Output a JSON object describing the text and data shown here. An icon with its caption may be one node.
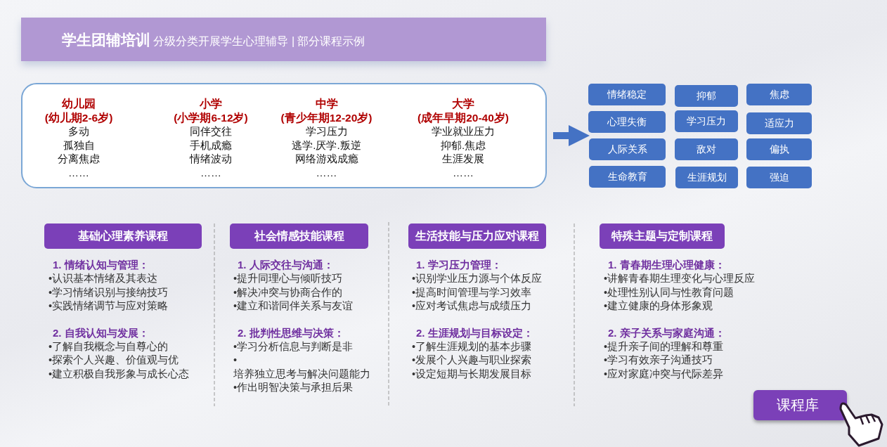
{
  "diagram": {
    "title": "**学生团辅培训** 分级分类开展学生心理辅导 | 部分课程示例",
    "nodes": [
      {
        "text": [],
        "shape": "box"
      },
      {
        "text": [
          "幼儿园 (幼儿期2-6岁)",
          "多动",
          "孤独自",
          "分离焦虑",
          "……"
        ],
        "in": 0
      },
      {
        "text": [
          "小学 (小学期6-12岁)",
          "同伴交往",
          "手机成瘾",
          "情绪波动",
          "……"
        ],
        "in": 0
      },
      {
        "text": [
          "中学 (青少年期12-20岁)",
          "学习压力",
          "逃学.厌学.叛逆",
          "网络游戏成瘾",
          "……"
        ],
        "in": 0
      },
      {
        "text": [
          "大学 (成年早期20-40岁)",
          "学业就业压力",
          "抑郁.焦虑",
          "生涯发展",
          "……"
        ],
        "in": 0
      },
      {
        "text": [
          "情绪稳定"
        ]
      },
      {
        "text": [
          "抑郁"
        ]
      },
      {
        "text": [
          "焦虑"
        ]
      },
      {
        "text": [
          "心理失衡"
        ]
      },
      {
        "text": [
          "学习压力"
        ]
      },
      {
        "text": [
          "适应力"
        ]
      },
      {
        "text": [
          "人际关系"
        ]
      },
      {
        "text": [
          "敌对"
        ]
      },
      {
        "text": [
          "偏执"
        ]
      },
      {
        "text": [
          "生命教育"
        ]
      },
      {
        "text": [
          "生涯规划"
        ]
      },
      {
        "text": [
          "强迫"
        ]
      },
      {
        "text": [
          "基础心理素养课程"
        ]
      },
      {
        "text": [
          "社会情感技能课程"
        ]
      },
      {
        "text": [
          "生活技能与压力应对课程"
        ]
      },
      {
        "text": [
          "特殊主题与定制课程"
        ]
      },
      {
        "text": [
          "课程库"
        ]
      }
    ],
    "edges": [
      {
        "from": 0,
        "to": 8,
        "arrow": "to"
      }
    ],
    "labels": [
      "1. 情绪认知与管理：",
      "•认识基本情绪及其表达",
      "•学习情绪识别与接纳技巧",
      "•实践情绪调节与应对策略",
      "2. 自我认知与发展：",
      "•了解自我概念与自尊心的",
      "•探索个人兴趣、价值观与优",
      "•建立积极自我形象与成长心态",
      "1. 人际交往与沟通：",
      "•提升同理心与倾听技巧",
      "•解决冲突与协商合作的",
      "•建立和谐同伴关系与友谊",
      "2. 批判性思维与决策：",
      "•学习分析信息与判断是非",
      "•培养独立思考与解决问题能力",
      "•作出明智决策与承担后果",
      "1. 学习压力管理：",
      "•识别学业压力源与个体反应",
      "•提高时间管理与学习效率",
      "•应对考试焦虑与成绩压力",
      "2. 生涯规划与目标设定：",
      "•了解生涯规划的基本步骤",
      "•发展个人兴趣与职业探索",
      "•设定短期与长期发展目标",
      "1. 青春期生理心理健康：",
      "•讲解青春期生理变化与心理反应",
      "•处理性别认同与性教育问题",
      "•建立健康的身体形象观",
      "2. 亲子关系与家庭沟通：",
      "•提升亲子间的理解和尊重",
      "•学习有效亲子沟通技巧",
      "•应对家庭冲突与代际差异"
    ]
  }
}
